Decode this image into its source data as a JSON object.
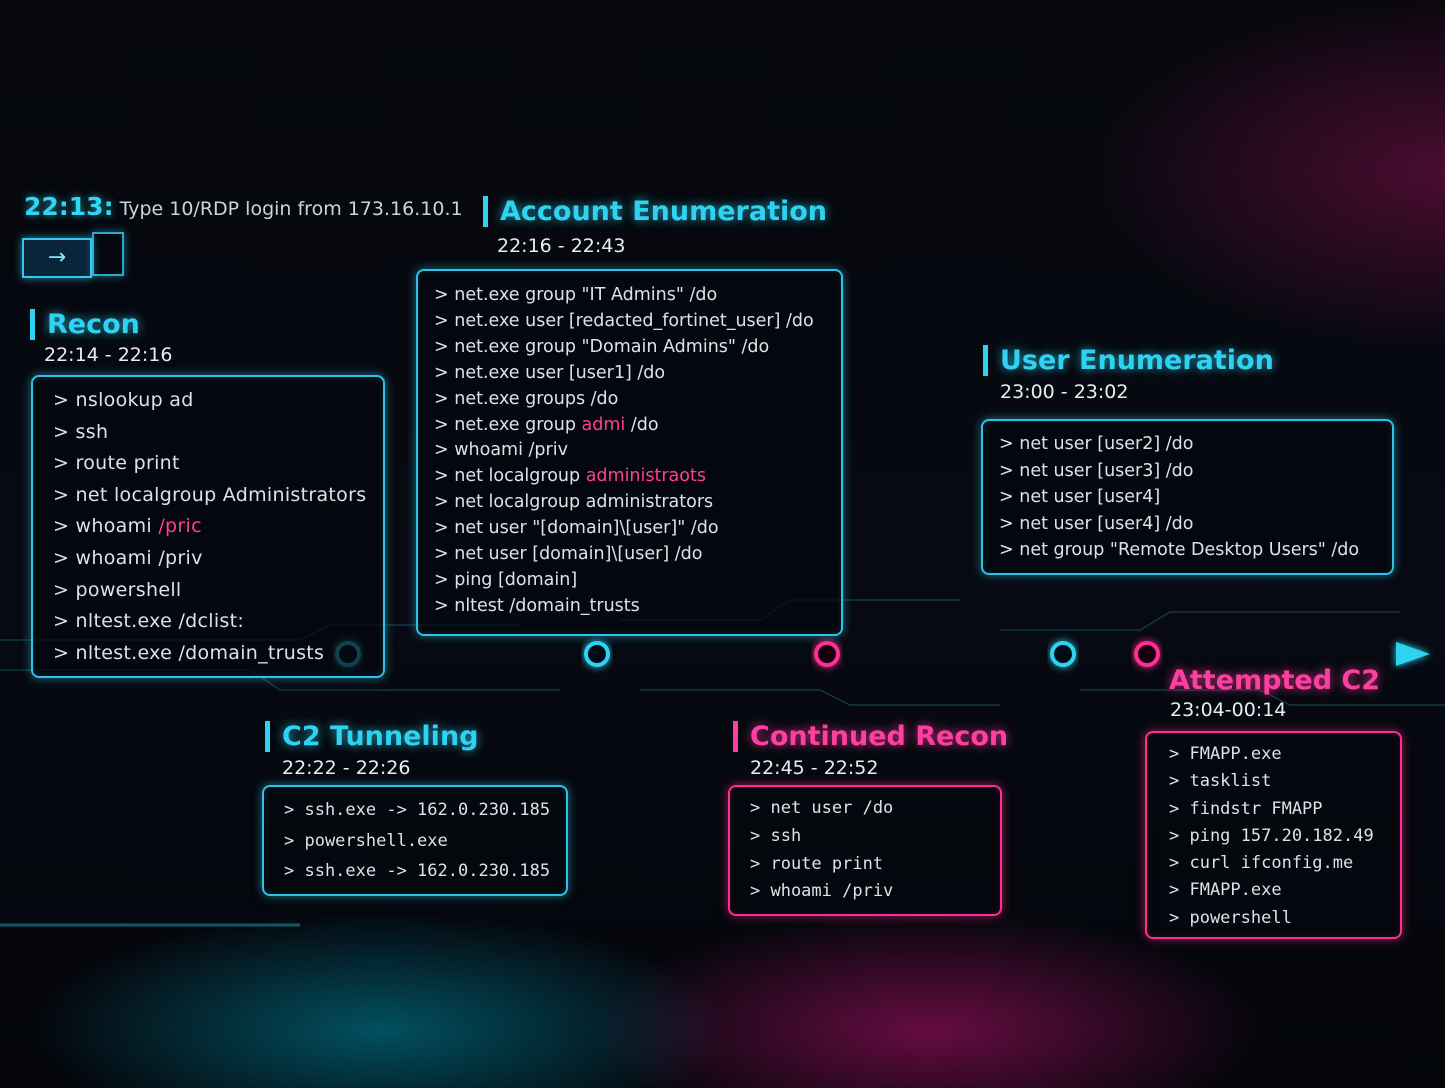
{
  "header": {
    "time": "22:13:",
    "text": "Type 10/RDP login from 173.16.10.1",
    "icon": "arrow-right-icon"
  },
  "phases": [
    {
      "title": "Recon",
      "time": "22:14 - 22:16",
      "commands": [
        {
          "pre": "> nslookup  ad"
        },
        {
          "pre": "> ssh"
        },
        {
          "pre": "> route  print"
        },
        {
          "pre": "> net  localgroup  Administrators"
        },
        {
          "pre": "> whoami  ",
          "hl": "/pric"
        },
        {
          "pre": "> whoami  /priv"
        },
        {
          "pre": "> powershell"
        },
        {
          "pre": "> nltest.exe /dclist:"
        },
        {
          "pre": "> nltest.exe /domain_trusts"
        }
      ]
    },
    {
      "title": "Account Enumeration",
      "time": "22:16  -  22:43",
      "commands": [
        {
          "pre": "> net.exe group \"IT Admins\" /do"
        },
        {
          "pre": "> net.exe user [redacted_fortinet_user] /do"
        },
        {
          "pre": "> net.exe group \"Domain Admins\" /do"
        },
        {
          "pre": "> net.exe user [user1] /do"
        },
        {
          "pre": "> net.exe groups /do"
        },
        {
          "pre": "> net.exe group ",
          "hl": "admi",
          "post": " /do"
        },
        {
          "pre": "> whoami  /priv"
        },
        {
          "pre": "> net localgroup ",
          "hl": "administraots"
        },
        {
          "pre": "> net localgroup administrators"
        },
        {
          "pre": "> net user \"[domain]\\[user]\" /do"
        },
        {
          "pre": "> net user [domain]\\[user] /do"
        },
        {
          "pre": "> ping [domain]"
        },
        {
          "pre": "> nltest  /domain_trusts"
        }
      ]
    },
    {
      "title": "User Enumeration",
      "time": "23:00 - 23:02",
      "commands": [
        {
          "pre": "> net user [user2] /do"
        },
        {
          "pre": "> net user [user3] /do"
        },
        {
          "pre": "> net user [user4]"
        },
        {
          "pre": "> net user [user4] /do"
        },
        {
          "pre": "> net group \"Remote Desktop Users\" /do"
        }
      ]
    },
    {
      "title": "C2 Tunneling",
      "time": "22:22 - 22:26",
      "commands": [
        {
          "pre": "> ssh.exe -> 162.0.230.185"
        },
        {
          "pre": "> powershell.exe"
        },
        {
          "pre": "> ssh.exe -> 162.0.230.185"
        }
      ]
    },
    {
      "title": "Continued Recon",
      "time": "22:45 - 22:52",
      "commands": [
        {
          "pre": "> net user /do"
        },
        {
          "pre": "> ssh"
        },
        {
          "pre": "> route  print"
        },
        {
          "pre": "> whoami  /priv"
        }
      ]
    },
    {
      "title": "Attempted C2",
      "time": "23:04-00:14",
      "commands": [
        {
          "pre": "> FMAPP.exe"
        },
        {
          "pre": "> tasklist"
        },
        {
          "pre": "> findstr FMAPP"
        },
        {
          "pre": "> ping  157.20.182.49"
        },
        {
          "pre": "> curl ifconfig.me"
        },
        {
          "pre": "> FMAPP.exe"
        },
        {
          "pre": "> powershell"
        }
      ]
    }
  ],
  "colors": {
    "cyan": "#2fd3f2",
    "pink": "#ff2e95"
  }
}
